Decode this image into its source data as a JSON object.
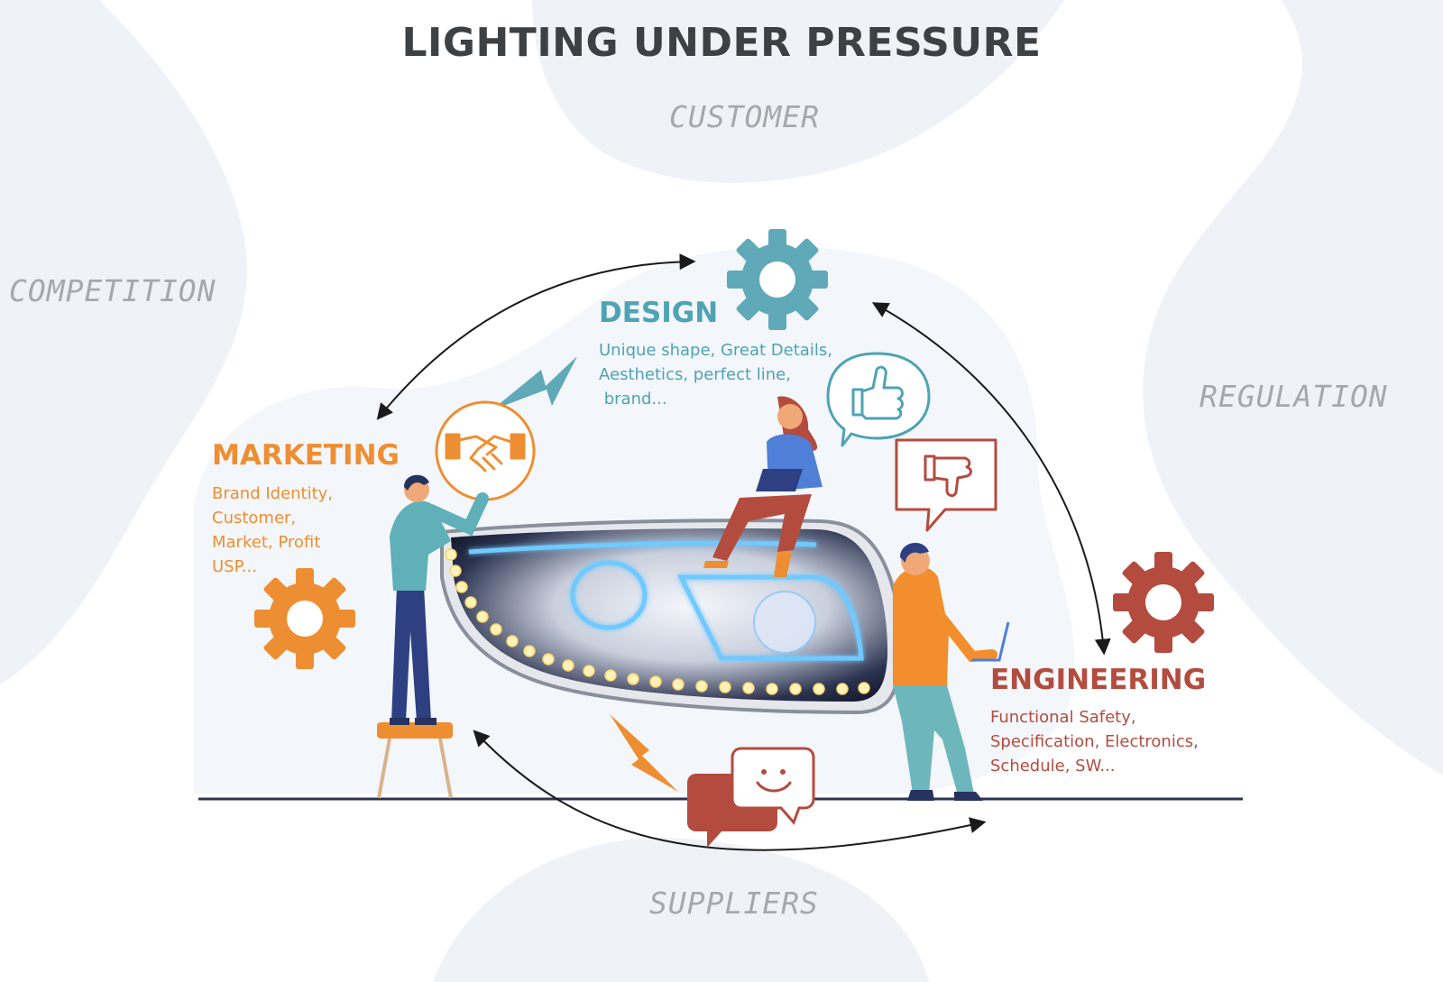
{
  "title": "LIGHTING UNDER PRESSURE",
  "forces": {
    "customer": "CUSTOMER",
    "competition": "COMPETITION",
    "regulation": "REGULATION",
    "suppliers": "SUPPLIERS"
  },
  "departments": {
    "design": {
      "title": "DESIGN",
      "lines": [
        "Unique shape, Great Details,",
        "Aesthetics, perfect line,",
        " brand..."
      ]
    },
    "marketing": {
      "title": "MARKETING",
      "lines": [
        "Brand Identity,",
        "Customer,",
        "Market, Profit",
        "USP..."
      ]
    },
    "engineering": {
      "title": "ENGINEERING",
      "lines": [
        "Functional Safety,",
        "Specification, Electronics,",
        "Schedule, SW..."
      ]
    }
  },
  "colors": {
    "orange": "#ee8e32",
    "teal": "#4ea3b4",
    "red": "#b34c3f",
    "title": "#3d4144",
    "force_label": "#a6a8ab"
  },
  "icons": [
    "gear-icon",
    "handshake-icon",
    "thumbs-up-icon",
    "thumbs-down-icon",
    "smiley-chat-icon",
    "lightning-icon",
    "headlamp-illustration"
  ]
}
